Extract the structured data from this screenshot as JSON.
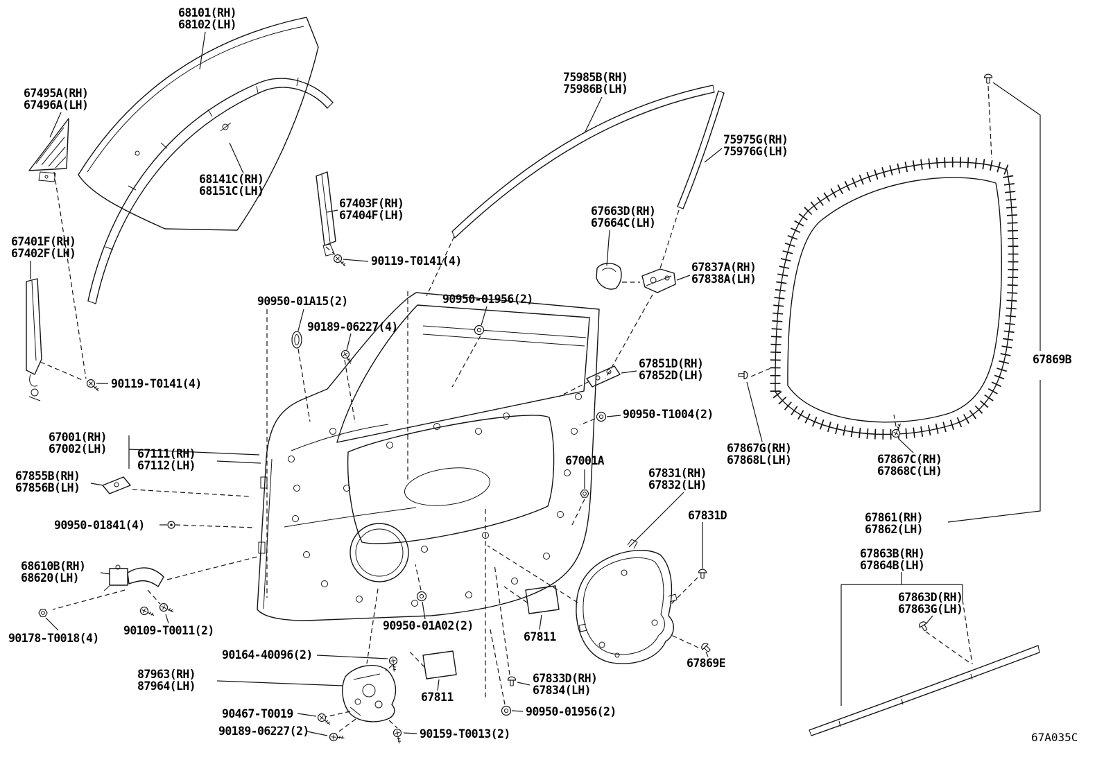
{
  "diagram": {
    "code": "67A035C",
    "description": "Front door panel and glass parts diagram",
    "icons": {
      "screw-icon": "hex-head-screw",
      "nut-icon": "hex-nut",
      "grommet-icon": "ring-grommet",
      "clip-icon": "mushroom-clip",
      "rivet-icon": "dot-rivet",
      "pin-icon": "push-pin",
      "seal-ring-icon": "oval-seal"
    }
  },
  "labels": {
    "p68101": "68101(RH)\n68102(LH)",
    "p67495A": "67495A(RH)\n67496A(LH)",
    "p75985B": "75985B(RH)\n75986B(LH)",
    "p75975G": "75975G(RH)\n75976G(LH)",
    "p68141C": "68141C(RH)\n68151C(LH)",
    "p67403F": "67403F(RH)\n67404F(LH)",
    "p67663D": "67663D(RH)\n67664C(LH)",
    "p67401F": "67401F(RH)\n67402F(LH)",
    "p90119a": "90119-T0141(4)",
    "p67837A": "67837A(RH)\n67838A(LH)",
    "p90950_01A15": "90950-01A15(2)",
    "p90950_01956a": "90950-01956(2)",
    "p90189_06227a": "90189-06227(4)",
    "p67869B": "67869B",
    "p67851D": "67851D(RH)\n67852D(LH)",
    "p90119b": "90119-T0141(4)",
    "p90950_T1004": "90950-T1004(2)",
    "p67001": "67001(RH)\n67002(LH)",
    "p67111": "67111(RH)\n67112(LH)",
    "p67855B": "67855B(RH)\n67856B(LH)",
    "p67001A": "67001A",
    "p67867G": "67867G(RH)\n67868L(LH)",
    "p67867C": "67867C(RH)\n67868C(LH)",
    "p67831": "67831(RH)\n67832(LH)",
    "p90950_01841": "90950-01841(4)",
    "p67831D": "67831D",
    "p67861": "67861(RH)\n67862(LH)",
    "p68610B": "68610B(RH)\n68620(LH)",
    "p67863B": "67863B(RH)\n67864B(LH)",
    "p67863D": "67863D(RH)\n67863G(LH)",
    "p90178_T0018": "90178-T0018(4)",
    "p90109_T0011": "90109-T0011(2)",
    "p90950_01A02": "90950-01A02(2)",
    "p67811a": "67811",
    "p67869E": "67869E",
    "p90164_40096": "90164-40096(2)",
    "p87963": "87963(RH)\n87964(LH)",
    "p67811b": "67811",
    "p67833D": "67833D(RH)\n67834(LH)",
    "p90467_T0019": "90467-T0019",
    "p90950_01956b": "90950-01956(2)",
    "p90189_06227b": "90189-06227(2)",
    "p90159_T0013": "90159-T0013(2)"
  }
}
